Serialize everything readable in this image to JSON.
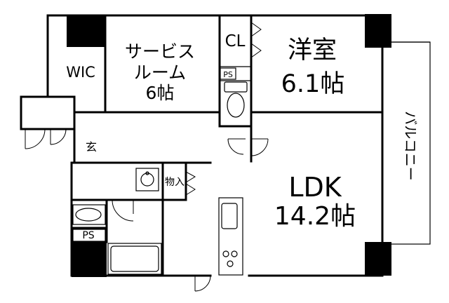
{
  "rooms": {
    "service_room_line1": "サービス",
    "service_room_line2": "ルーム",
    "service_room_size": "6帖",
    "western_room_name": "洋室",
    "western_room_size": "6.1帖",
    "ldk_name": "LDK",
    "ldk_size": "14.2帖",
    "wic": "WIC",
    "closet": "CL",
    "entrance": "玄",
    "storage": "物入",
    "balcony": "バルコニー",
    "ps_top": "PS",
    "ps_bottom": "PS"
  }
}
